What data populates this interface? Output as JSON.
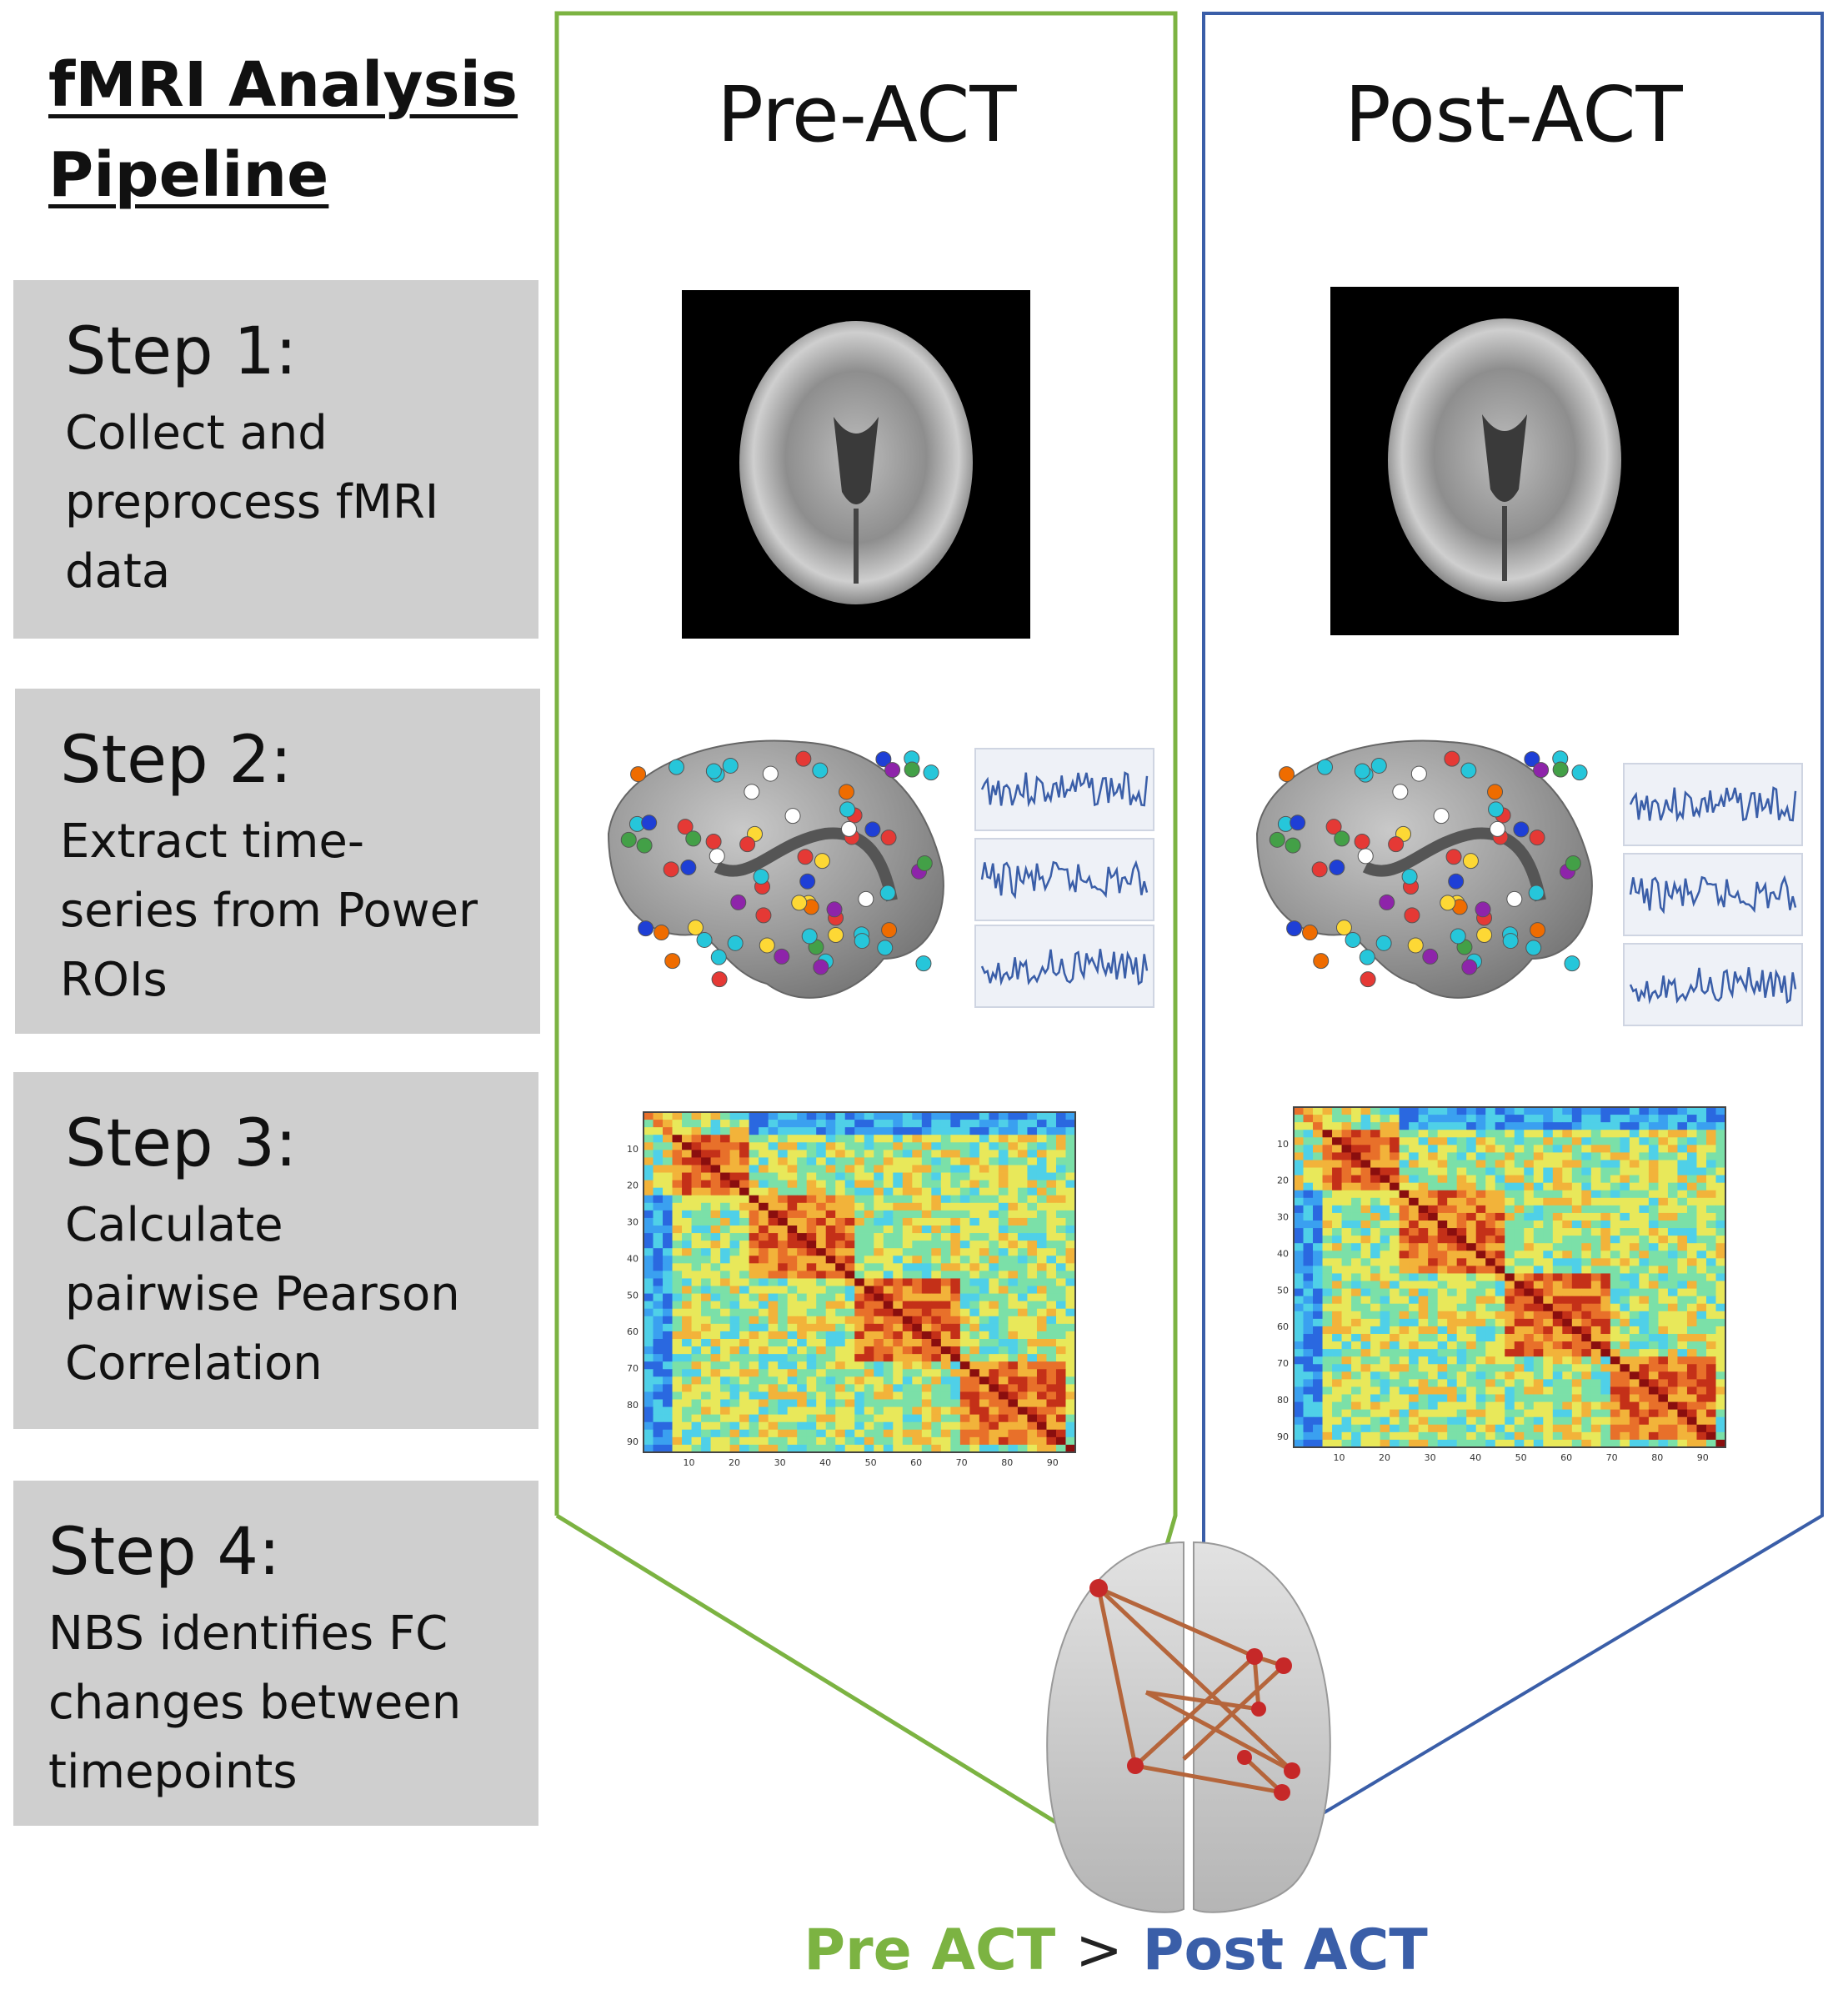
{
  "title_line1": "fMRI Analysis",
  "title_line2": "Pipeline",
  "steps": [
    {
      "title": "Step 1:",
      "desc": [
        "Collect and",
        "preprocess fMRI",
        "data"
      ]
    },
    {
      "title": "Step 2:",
      "desc": [
        "Extract time-",
        "series from Power",
        "ROIs"
      ]
    },
    {
      "title": "Step 3:",
      "desc": [
        "Calculate",
        "pairwise Pearson",
        "Correlation"
      ]
    },
    {
      "title": "Step 4:",
      "desc": [
        "NBS identifies FC",
        "changes between",
        "timepoints"
      ]
    }
  ],
  "panels": {
    "pre": {
      "heading": "Pre-ACT",
      "color": "#7cb342"
    },
    "post": {
      "heading": "Post-ACT",
      "color": "#3a5ea8"
    }
  },
  "matrix_ticks": [
    "10",
    "20",
    "30",
    "40",
    "50",
    "60",
    "70",
    "80",
    "90"
  ],
  "legend": {
    "pre": "Pre ACT",
    "gt": ">",
    "post": "Post ACT"
  }
}
